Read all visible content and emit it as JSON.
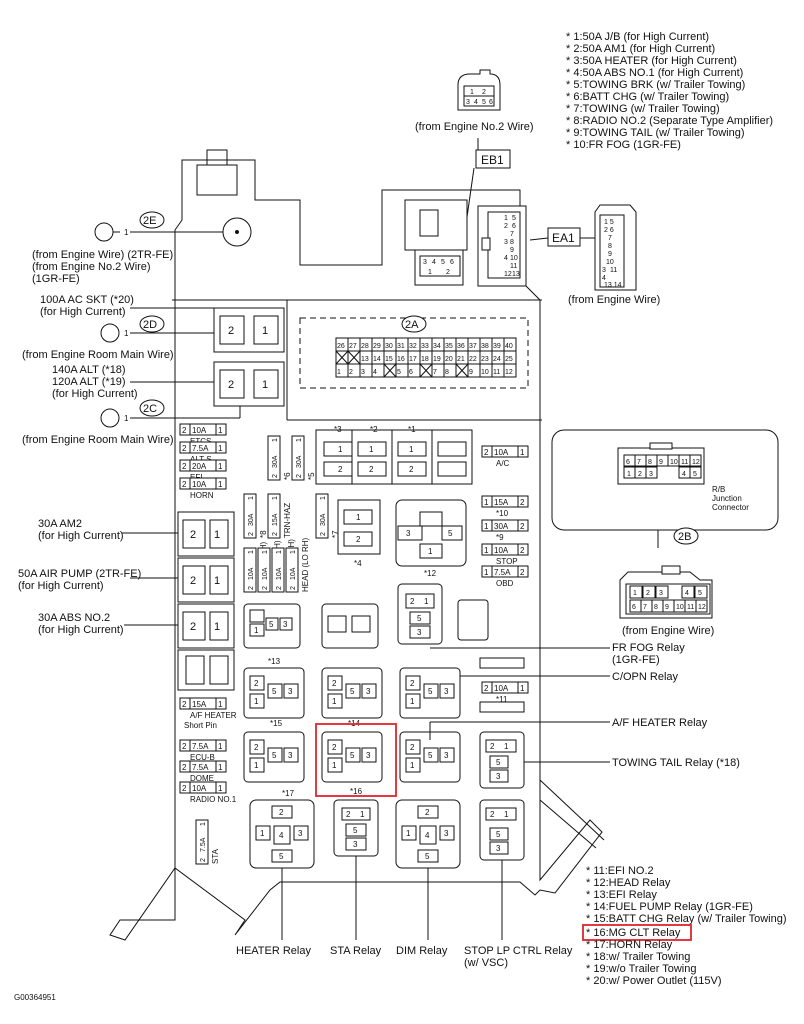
{
  "notes_top": [
    "* 1:50A J/B (for High Current)",
    "* 2:50A AM1 (for High Current)",
    "* 3:50A HEATER (for High Current)",
    "* 4:50A ABS NO.1 (for High Current)",
    "* 5:TOWING BRK (w/ Trailer Towing)",
    "* 6:BATT CHG (w/ Trailer Towing)",
    "* 7:TOWING (w/ Trailer Towing)",
    "* 8:RADIO NO.2 (Separate Type Amplifier)",
    "* 9:TOWING TAIL (w/ Trailer Towing)",
    "* 10:FR FOG (1GR-FE)"
  ],
  "notes_bottom": [
    "* 11:EFI NO.2",
    "* 12:HEAD Relay",
    "* 13:EFI Relay",
    "* 14:FUEL PUMP Relay (1GR-FE)",
    "* 15:BATT CHG Relay (w/ Trailer Towing)",
    "* 16:MG CLT Relay",
    "* 17:HORN Relay",
    "* 18:w/ Trailer Towing",
    "* 19:w/o Trailer Towing",
    "* 20:w/ Power Outlet (115V)"
  ],
  "highlight_color": "#e0242b",
  "connectors": {
    "engine_no2": "(from Engine No.2 Wire)",
    "eb1": "EB1",
    "ea1": "EA1",
    "from_engine_wire_top": "(from Engine Wire)",
    "rb_label_1": "R/B",
    "rb_label_2": "Junction",
    "rb_label_3": "Connector",
    "c2a": "2A",
    "c2b": "2B",
    "c2c": "2C",
    "c2d": "2D",
    "c2e": "2E",
    "from_engine_wire_bottom": "(from Engine Wire)"
  },
  "left_labels": {
    "e2_a": "(from Engine Wire) (2TR-FE)",
    "e2_b": "(from Engine No.2 Wire)",
    "e2_c": "(1GR-FE)",
    "ac_skt": "100A AC SKT (*20)",
    "ac_skt_b": "(for High Current)",
    "room_d": "(from Engine Room Main Wire)",
    "alt_18": "140A ALT (*18)",
    "alt_19": "120A ALT (*19)",
    "alt_b": "(for High Current)",
    "room_c": "(from Engine Room Main Wire)",
    "am2": "30A AM2",
    "am2_b": "(for High Current)",
    "air_pump": "50A AIR PUMP (2TR-FE)",
    "air_pump_b": "(for High Current)",
    "abs2": "30A ABS NO.2",
    "abs2_b": "(for High Current)"
  },
  "fuses_left": [
    {
      "num": "2",
      "amp": "10A",
      "pin": "1",
      "name": "ETCS"
    },
    {
      "num": "2",
      "amp": "7.5A",
      "pin": "1",
      "name": "ALT-S"
    },
    {
      "num": "2",
      "amp": "20A",
      "pin": "1",
      "name": "EFI"
    },
    {
      "num": "2",
      "amp": "10A",
      "pin": "1",
      "name": "HORN"
    }
  ],
  "fuses_lower_left": [
    {
      "num": "2",
      "amp": "15A",
      "pin": "1",
      "name": "A/F HEATER"
    },
    {
      "num": "",
      "amp": "",
      "pin": "",
      "name": "Short Pin"
    },
    {
      "num": "2",
      "amp": "7.5A",
      "pin": "1",
      "name": "ECU-B"
    },
    {
      "num": "2",
      "amp": "7.5A",
      "pin": "1",
      "name": "DOME"
    },
    {
      "num": "2",
      "amp": "10A",
      "pin": "1",
      "name": "RADIO NO.1"
    }
  ],
  "fuses_right": [
    {
      "num": "2",
      "amp": "10A",
      "pin": "1",
      "name": "A/C"
    },
    {
      "num": "1",
      "amp": "15A",
      "pin": "2",
      "name": "*10"
    },
    {
      "num": "1",
      "amp": "30A",
      "pin": "2",
      "name": "*9"
    },
    {
      "num": "1",
      "amp": "10A",
      "pin": "2",
      "name": "STOP"
    },
    {
      "num": "1",
      "amp": "7.5A",
      "pin": "2",
      "name": "OBD"
    },
    {
      "num": "2",
      "amp": "10A",
      "pin": "1",
      "name": "*11"
    }
  ],
  "vertical_fuses": [
    {
      "top": "2",
      "amp": "10A",
      "bot": "1",
      "name": "HEAD (HI LH)"
    },
    {
      "top": "2",
      "amp": "10A",
      "bot": "1",
      "name": "HEAD (HI RH)"
    },
    {
      "top": "2",
      "amp": "10A",
      "bot": "1",
      "name": "HEAD (LO LH)"
    },
    {
      "top": "2",
      "amp": "10A",
      "bot": "1",
      "name": "HEAD (LO RH)"
    },
    {
      "top": "2",
      "amp": "30A",
      "bot": "1",
      "name": "*8"
    },
    {
      "top": "2",
      "amp": "15A",
      "bot": "1",
      "name": "TRN-HAZ"
    },
    {
      "top": "2",
      "amp": "30A",
      "bot": "1",
      "name": "*7"
    },
    {
      "top": "2",
      "amp": "30A",
      "bot": "1",
      "name": "*6"
    },
    {
      "top": "2",
      "amp": "30A",
      "bot": "1",
      "name": "*5"
    },
    {
      "top": "2",
      "amp": "7.5A",
      "bot": "1",
      "name": "STA"
    }
  ],
  "upper_fuse_marks": [
    "*3",
    "*2",
    "*1"
  ],
  "relay_labels": {
    "fr_fog": "FR FOG Relay",
    "fr_fog_b": "(1GR-FE)",
    "c_opn": "C/OPN Relay",
    "af_heater": "A/F HEATER Relay",
    "towing_tail": "TOWING TAIL Relay (*18)",
    "heater": "HEATER Relay",
    "sta": "STA Relay",
    "dim": "DIM Relay",
    "stop_lp": "STOP LP CTRL Relay",
    "stop_lp_b": "(w/ VSC)"
  },
  "relay_marks": [
    "*4",
    "*12",
    "*13",
    "*15",
    "*14",
    "*16",
    "*17"
  ],
  "a2_row1": [
    "26",
    "27",
    "28",
    "29",
    "30",
    "31",
    "32",
    "33",
    "34",
    "35",
    "36",
    "37",
    "38",
    "39",
    "40"
  ],
  "a2_row2": [
    "X",
    "X",
    "13",
    "14",
    "15",
    "16",
    "17",
    "18",
    "19",
    "20",
    "21",
    "22",
    "23",
    "24",
    "25"
  ],
  "a2_row3": [
    "1",
    "2",
    "3",
    "4",
    "X",
    "5",
    "6",
    "X",
    "7",
    "8",
    "X",
    "9",
    "10",
    "11",
    "12"
  ],
  "rb_pins_top": [
    "6",
    "7",
    "8",
    "9",
    "10",
    "11",
    "12"
  ],
  "rb_pins_bot": [
    "1",
    "2",
    "3",
    "",
    "",
    "4",
    "5"
  ],
  "b2_pins_top": [
    "1",
    "2",
    "3",
    "",
    "4",
    "5"
  ],
  "b2_pins_bot": [
    "6",
    "7",
    "8",
    "9",
    "10",
    "11",
    "12"
  ],
  "ea1_pins": [
    "1",
    "5",
    "2",
    "6",
    "7",
    "3",
    "8",
    "9",
    "4",
    "10",
    "11",
    "12",
    "13",
    "14"
  ],
  "ea1_right": [
    "1 5",
    "2 6",
    "",
    "7",
    "8",
    "9",
    "10",
    "3",
    "11",
    "12",
    "4",
    "13 14"
  ],
  "eb1_pins": [
    "3",
    "4",
    "5",
    "6",
    "1",
    "2"
  ],
  "no2_pins": [
    "1",
    "2",
    "3",
    "4",
    "5",
    "6"
  ],
  "rb_alt_pins": [
    "1",
    "2"
  ],
  "footer_code": "G00364951"
}
